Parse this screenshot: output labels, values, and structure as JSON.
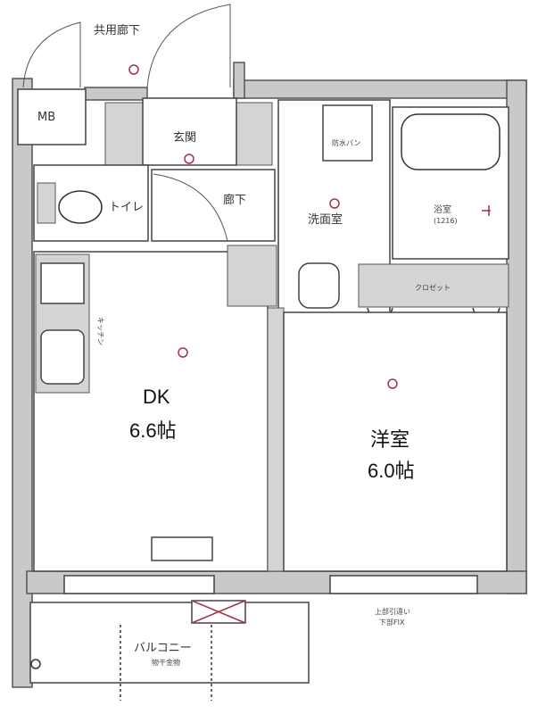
{
  "plan": {
    "common_corridor": "共用廊下",
    "mb": "MB",
    "entrance": "玄関",
    "hallway": "廊下",
    "toilet": "トイレ",
    "washroom": "洗面室",
    "washer_pan": "防水パン",
    "bathroom": "浴室",
    "bathroom_size": "(1216)",
    "kitchen": "キッチン",
    "dk_name": "DK",
    "dk_size": "6.6帖",
    "western_room_name": "洋室",
    "western_room_size": "6.0帖",
    "closet": "クロゼット",
    "balcony": "バルコニー",
    "laundry_hanger": "物干金物",
    "window_note_line1": "上部引違い",
    "window_note_line2": "下部FIX"
  },
  "colors": {
    "wall": "#c9c9c9",
    "fixture": "#a3324a"
  }
}
